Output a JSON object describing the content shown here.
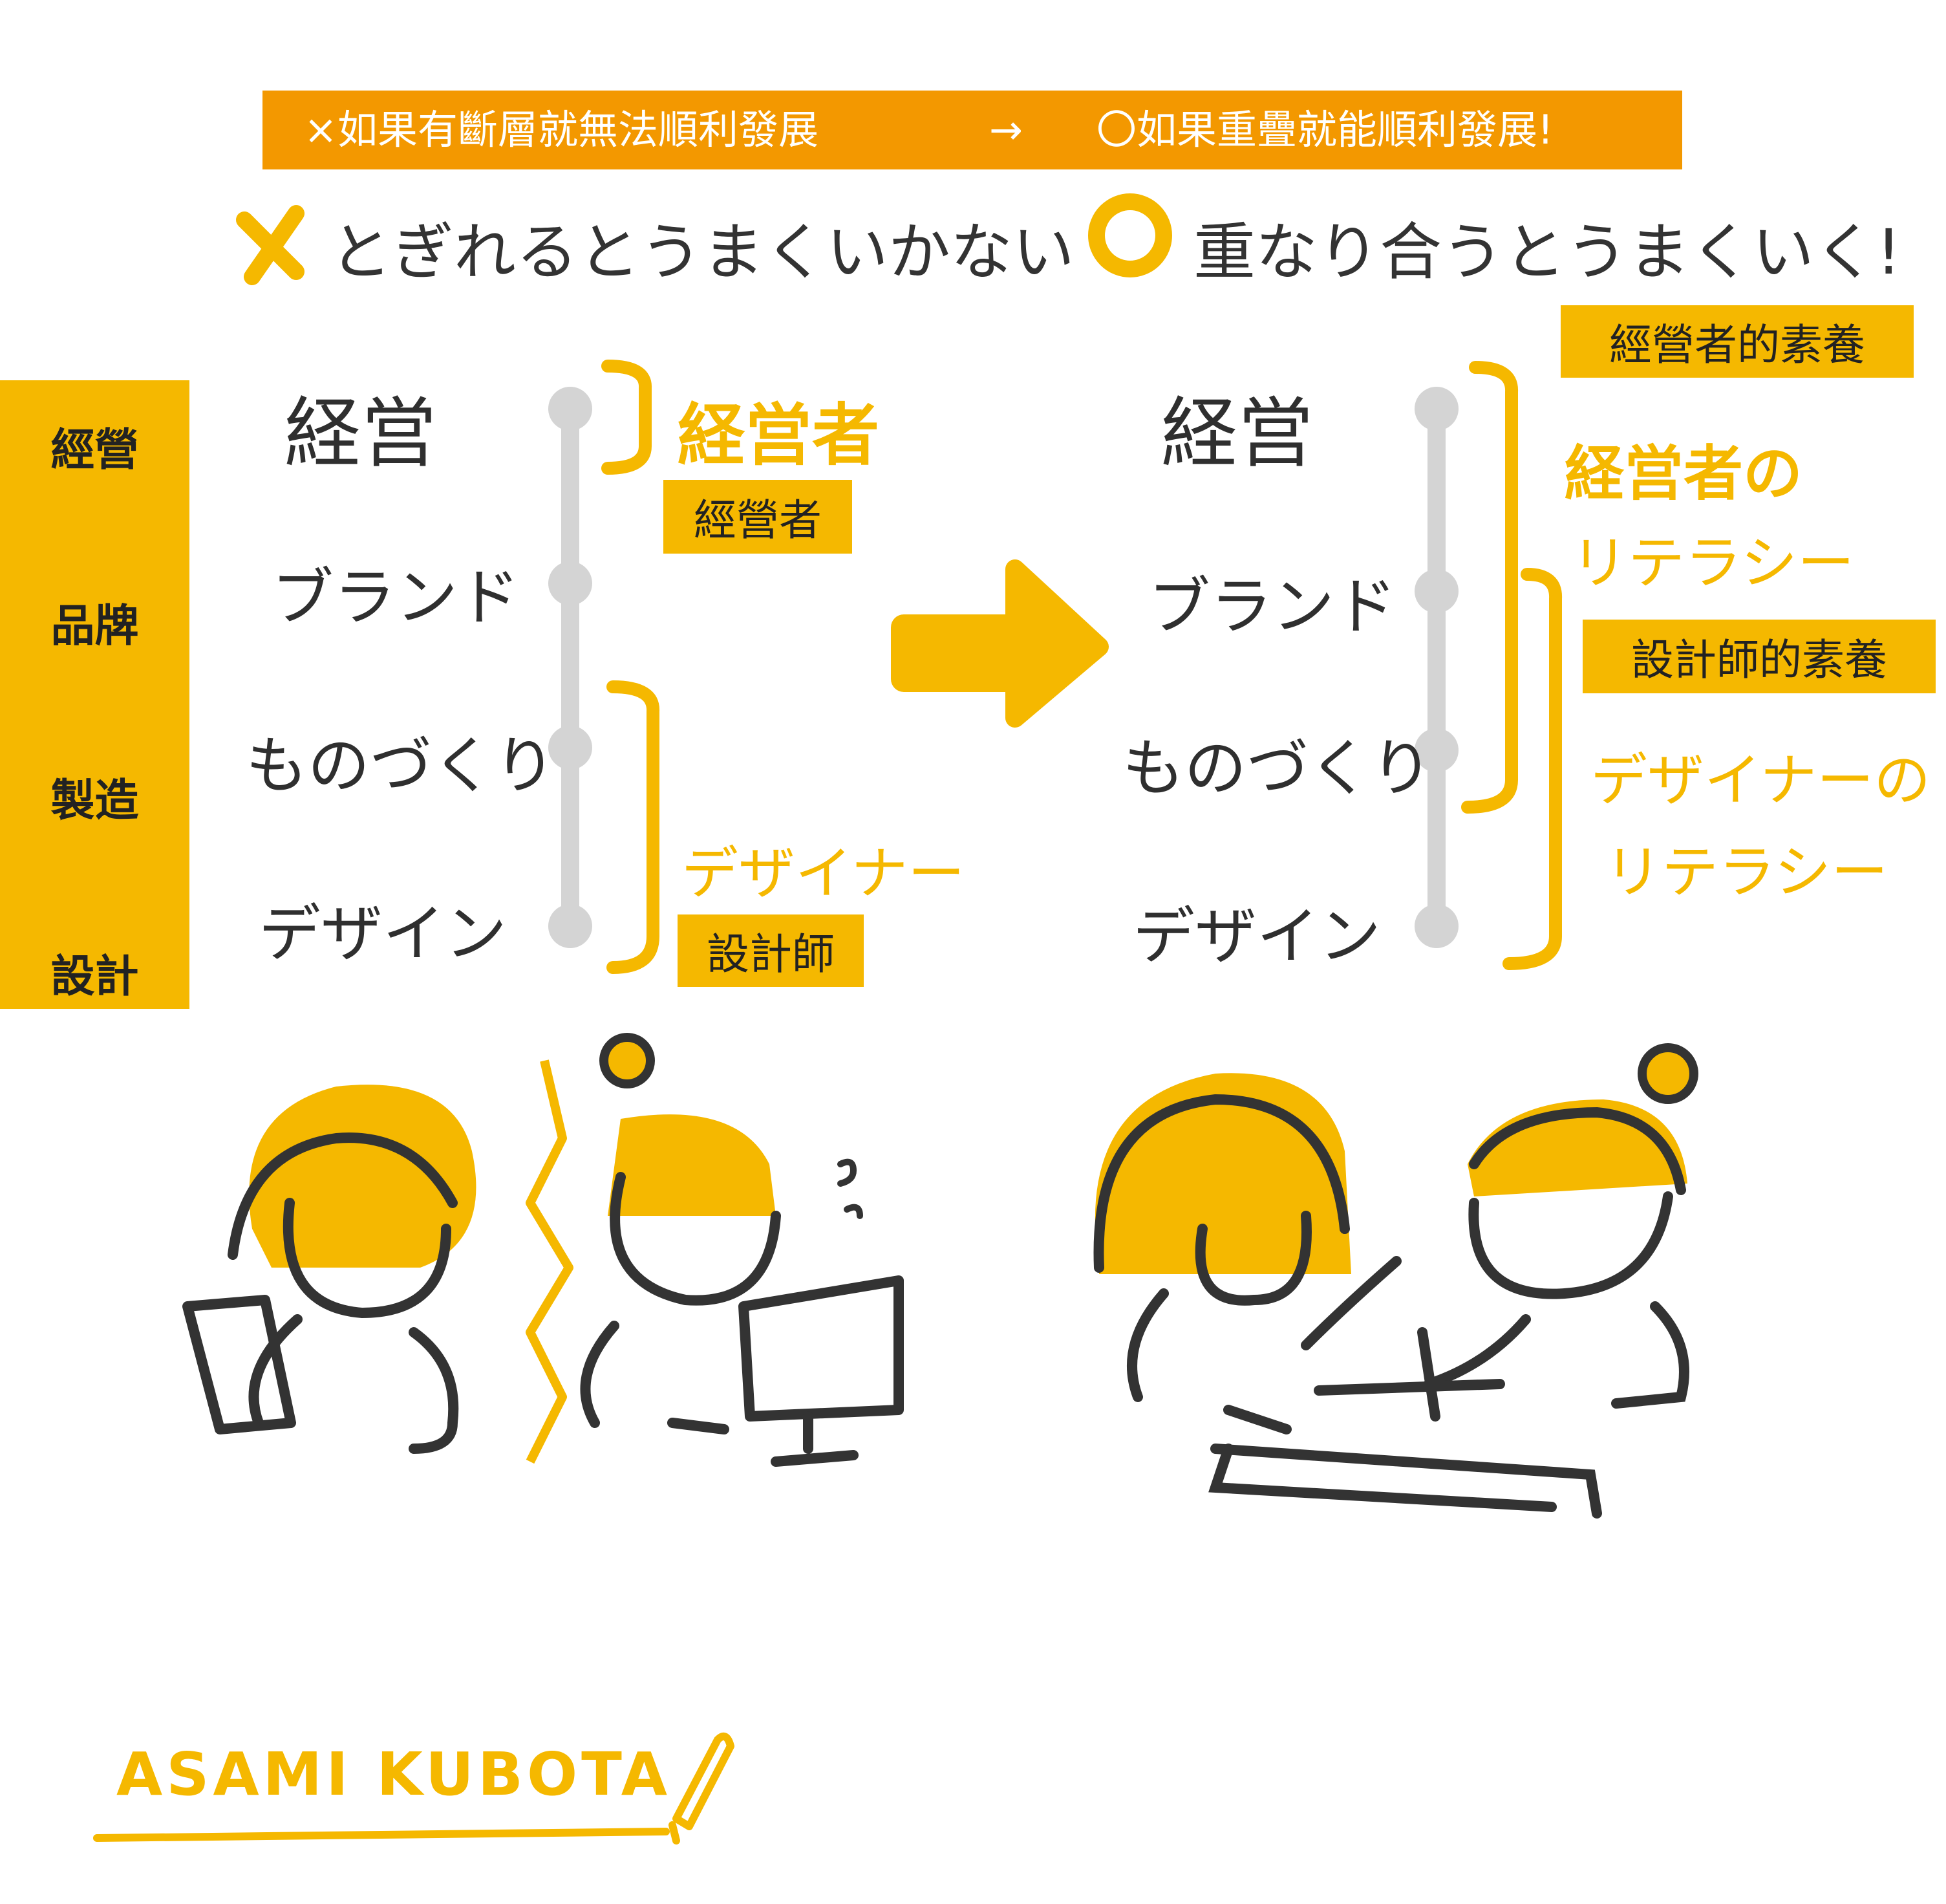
{
  "banner": {
    "left_text": "×如果有斷層就無法順利發展",
    "arrow": "→",
    "right_text": "〇如果重疊就能順利發展!"
  },
  "headings": {
    "bad": "とぎれるとうまくいかない",
    "good": "重なり合うとうまくいく!"
  },
  "sidebar": {
    "items": [
      "經營",
      "品牌",
      "製造",
      "設計"
    ]
  },
  "stages": [
    "経営",
    "ブランド",
    "ものづくり",
    "デザイン"
  ],
  "left_diagram": {
    "manager_handwritten": "経営者",
    "manager_box": "經營者",
    "designer_handwritten": "デザイナー",
    "designer_box": "設計師"
  },
  "right_diagram": {
    "manager_box": "經營者的素養",
    "manager_literacy_line1": "経営者の",
    "manager_literacy_line2": "リテラシー",
    "designer_box": "設計師的素養",
    "designer_literacy_line1": "デザイナーの",
    "designer_literacy_line2": "リテラシー"
  },
  "signature": "ASAMI KUBOTA",
  "colors": {
    "orange": "#F39800",
    "yellow": "#F5B800",
    "gray_line": "#d4d4d4",
    "ink": "#333333"
  }
}
